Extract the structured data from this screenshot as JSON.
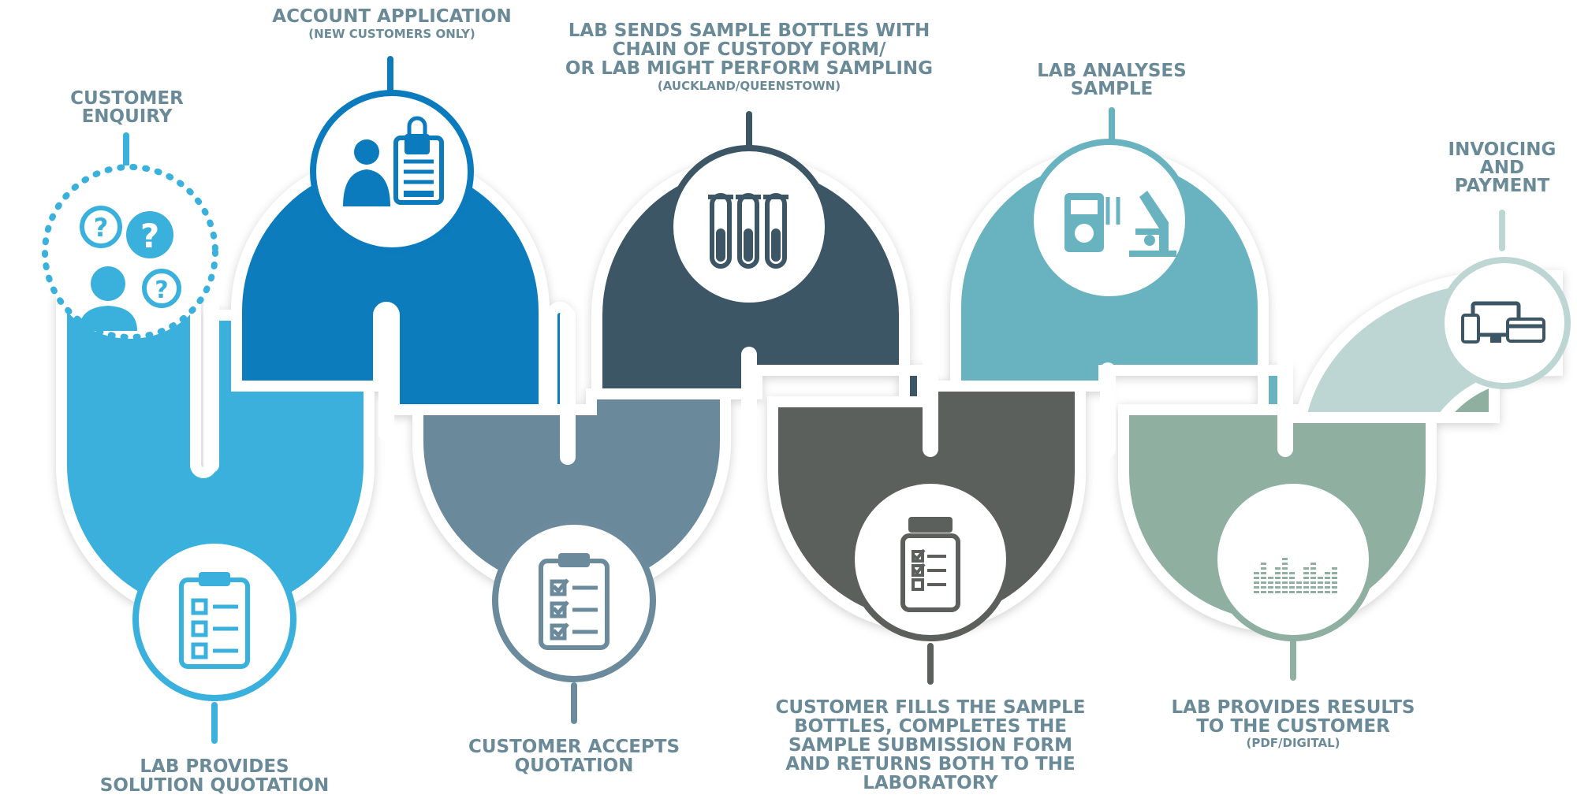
{
  "colors": {
    "step1": "#3ab0dc",
    "step2": "#0b7bbd",
    "step3": "#6b8a9c",
    "step4": "#3c5665",
    "step5": "#5b605c",
    "step6": "#68b3bf",
    "step7": "#8fb0a0",
    "step8": "#bed6d3",
    "title_text": "#6a8a98",
    "outline": "#ffffff"
  },
  "steps": {
    "customer_enquiry": {
      "line1": "CUSTOMER",
      "line2": "ENQUIRY",
      "icon": "questions-person-icon"
    },
    "account_application": {
      "line1": "ACCOUNT APPLICATION",
      "line2": "(NEW CUSTOMERS ONLY)",
      "icon": "person-document-lock-icon"
    },
    "lab_sends_bottles": {
      "line1": "LAB SENDS SAMPLE BOTTLES WITH",
      "line2": "CHAIN OF CUSTODY FORM/",
      "line3": "OR LAB MIGHT PERFORM SAMPLING",
      "line4": "(AUCKLAND/QUEENSTOWN)",
      "icon": "test-tubes-icon"
    },
    "lab_analyses": {
      "line1": "LAB ANALYSES",
      "line2": "SAMPLE",
      "icon": "meter-microscope-icon"
    },
    "invoicing": {
      "line1": "INVOICING",
      "line2": "AND",
      "line3": "PAYMENT",
      "icon": "devices-card-icon"
    },
    "lab_provides_quotation": {
      "line1": "LAB PROVIDES",
      "line2": "SOLUTION QUOTATION",
      "icon": "clipboard-checklist-icon"
    },
    "customer_accepts": {
      "line1": "CUSTOMER ACCEPTS",
      "line2": "QUOTATION",
      "icon": "clipboard-checked-icon"
    },
    "customer_fills": {
      "line1": "CUSTOMER FILLS THE SAMPLE",
      "line2": "BOTTLES, COMPLETES THE",
      "line3": "SAMPLE SUBMISSION FORM",
      "line4": "AND RETURNS BOTH TO THE",
      "line5": "LABORATORY",
      "icon": "sample-jar-icon"
    },
    "lab_provides_results": {
      "line1": "LAB PROVIDES RESULTS",
      "line2": "TO THE CUSTOMER",
      "line3": "(PDF/DIGITAL)",
      "icon": "results-chart-icon"
    }
  }
}
